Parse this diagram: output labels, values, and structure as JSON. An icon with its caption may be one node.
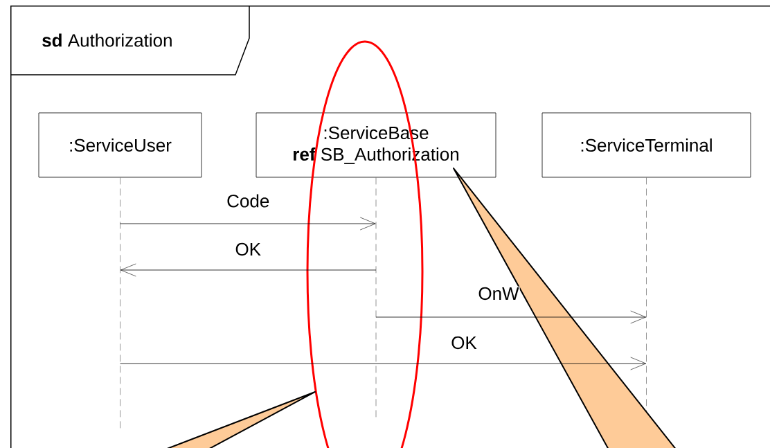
{
  "diagram": {
    "nodes": [
      {
        "text": [
          "**sd** Authorization"
        ]
      },
      {
        "text": [
          ":ServiceUser"
        ],
        "in": 0
      },
      {
        "text": [
          ":ServiceBase",
          "**ref** SB_Authorization"
        ],
        "in": 0
      },
      {
        "text": [
          ":ServiceTerminal"
        ],
        "in": 0
      }
    ],
    "edges": [
      {
        "from": 1,
        "to": 2,
        "arrow": "to",
        "label": "Code"
      },
      {
        "from": 2,
        "to": 1,
        "arrow": "to",
        "label": "OK"
      },
      {
        "from": 2,
        "to": 3,
        "arrow": "to",
        "label": "OnW"
      },
      {
        "from": 1,
        "to": 3,
        "arrow": "to",
        "label": "OK"
      }
    ]
  }
}
